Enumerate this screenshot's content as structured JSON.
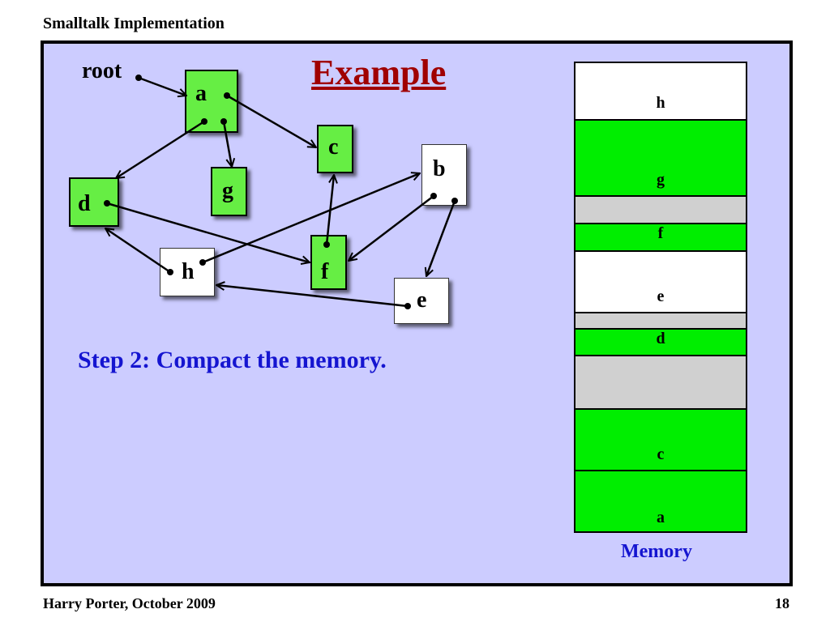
{
  "header": {
    "title": "Smalltalk Implementation"
  },
  "slide": {
    "title": "Example",
    "root_label": "root",
    "step_text": "Step 2: Compact the memory."
  },
  "graph": {
    "nodes": [
      {
        "id": "a",
        "label": "a",
        "live": true
      },
      {
        "id": "c",
        "label": "c",
        "live": true
      },
      {
        "id": "g",
        "label": "g",
        "live": true
      },
      {
        "id": "d",
        "label": "d",
        "live": true
      },
      {
        "id": "b",
        "label": "b",
        "live": false
      },
      {
        "id": "h",
        "label": "h",
        "live": false
      },
      {
        "id": "f",
        "label": "f",
        "live": true
      },
      {
        "id": "e",
        "label": "e",
        "live": false
      }
    ],
    "edges": [
      {
        "from": "root",
        "to": "a"
      },
      {
        "from": "a",
        "to": "c"
      },
      {
        "from": "a",
        "to": "d"
      },
      {
        "from": "a",
        "to": "g"
      },
      {
        "from": "d",
        "to": "f"
      },
      {
        "from": "f",
        "to": "c"
      },
      {
        "from": "h",
        "to": "d"
      },
      {
        "from": "h",
        "to": "b"
      },
      {
        "from": "b",
        "to": "f"
      },
      {
        "from": "b",
        "to": "e"
      },
      {
        "from": "e",
        "to": "h"
      }
    ],
    "colors": {
      "live": "#66ee44",
      "dead": "#ffffff",
      "background": "#ccccff"
    }
  },
  "memory": {
    "label": "Memory",
    "cells": [
      {
        "label": "h",
        "kind": "object",
        "live": false
      },
      {
        "label": "g",
        "kind": "object",
        "live": true
      },
      {
        "label": "",
        "kind": "free"
      },
      {
        "label": "f",
        "kind": "object",
        "live": true
      },
      {
        "label": "e",
        "kind": "object",
        "live": false
      },
      {
        "label": "",
        "kind": "free"
      },
      {
        "label": "d",
        "kind": "object",
        "live": true
      },
      {
        "label": "",
        "kind": "free"
      },
      {
        "label": "c",
        "kind": "object",
        "live": true
      },
      {
        "label": "a",
        "kind": "object",
        "live": true
      }
    ],
    "colors": {
      "live": "#00ee00",
      "dead": "#ffffff",
      "free": "#d0d0d0"
    }
  },
  "footer": {
    "author": "Harry Porter, October 2009",
    "page": "18"
  }
}
